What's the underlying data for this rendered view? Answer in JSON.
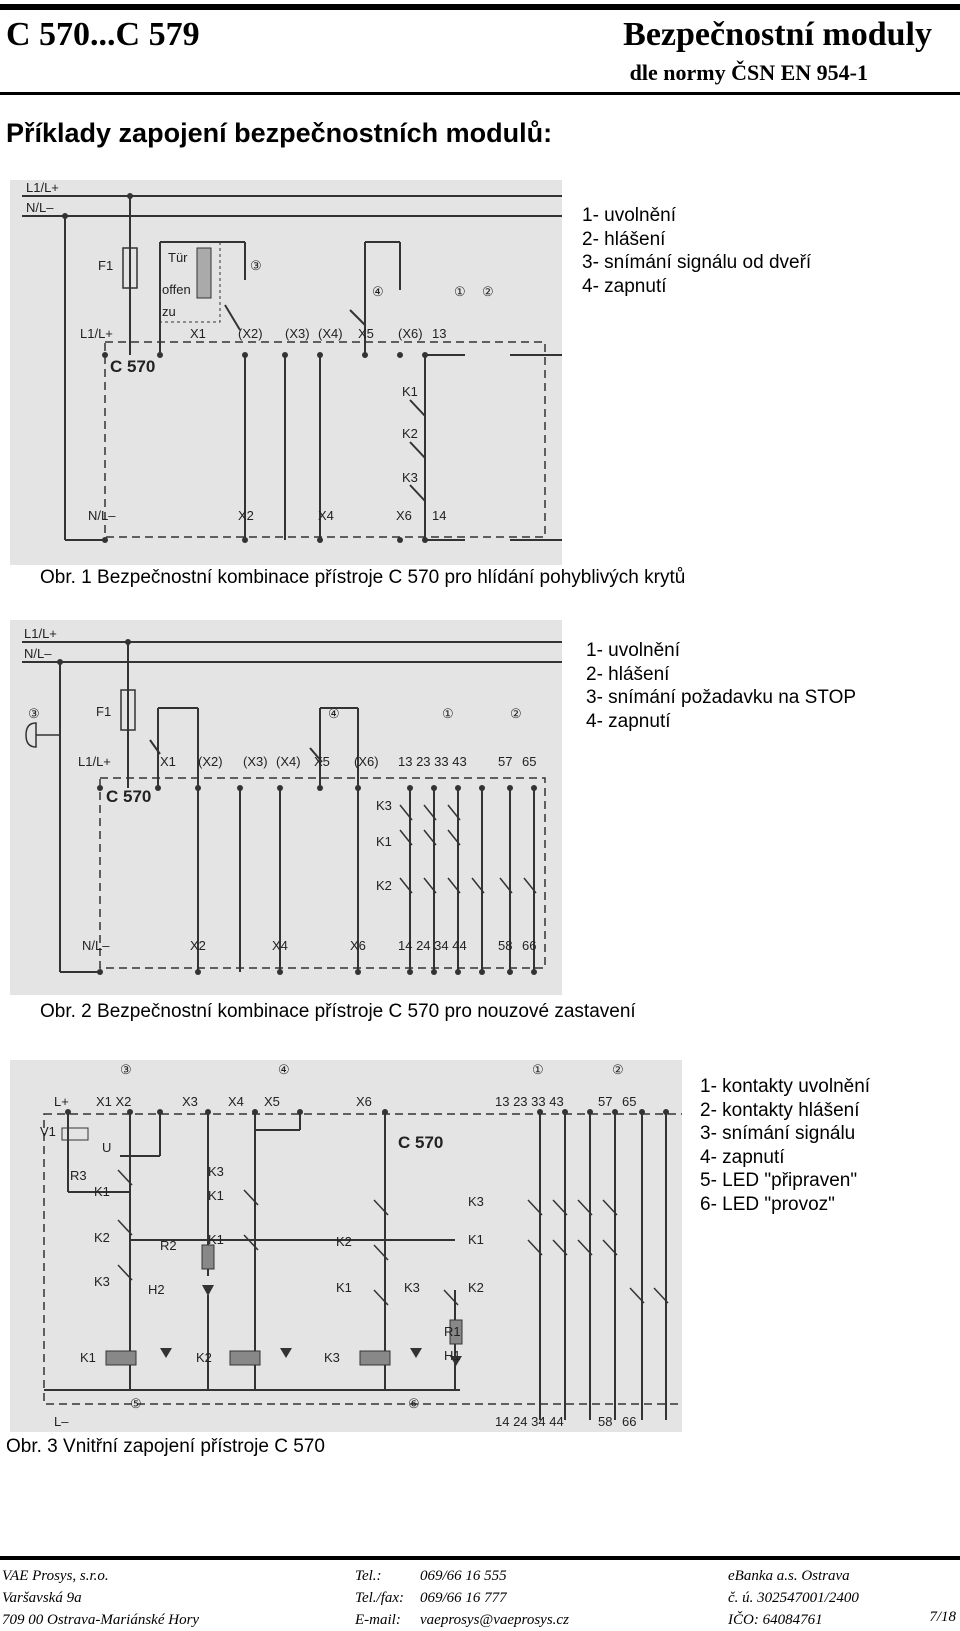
{
  "header": {
    "left_title": "C 570...C 579",
    "right_title": "Bezpečnostní moduly",
    "subtitle": "dle normy ČSN EN 954-1"
  },
  "section_title": "Příklady zapojení bezpečnostních modulů:",
  "figure1": {
    "caption": "Obr. 1 Bezpečnostní kombinace přístroje C 570 pro hlídání pohyblivých krytů",
    "legend": [
      "1- uvolnění",
      "2- hlášení",
      "3- snímání signálu od dveří",
      "4- zapnutí"
    ],
    "labels": {
      "l1": "L1/L+",
      "nl": "N/L–",
      "f1": "F1",
      "tur": "Tür",
      "offen": "offen",
      "zu": "zu",
      "c3": "③",
      "c4": "④",
      "c1": "①",
      "c2": "②",
      "term_l1": "L1/L+",
      "x1": "X1",
      "x2p": "(X2)",
      "x3p": "(X3)",
      "x4p": "(X4)",
      "x5": "X5",
      "x6p": "(X6)",
      "t13": "13",
      "module": "C 570",
      "k1": "K1",
      "k2": "K2",
      "k3": "K3",
      "term_nl": "N/L–",
      "x2": "X2",
      "x4": "X4",
      "x6": "X6",
      "t14": "14"
    }
  },
  "figure2": {
    "caption": "Obr. 2 Bezpečnostní kombinace přístroje C 570 pro nouzové zastavení",
    "legend": [
      "1- uvolnění",
      "2- hlášení",
      "3- snímání požadavku na STOP",
      "4- zapnutí"
    ],
    "labels": {
      "l1": "L1/L+",
      "nl": "N/L–",
      "f1": "F1",
      "c3": "③",
      "c4": "④",
      "c1": "①",
      "c2": "②",
      "term_l1": "L1/L+",
      "x1": "X1",
      "x2p": "(X2)",
      "x3p": "(X3)",
      "x4p": "(X4)",
      "x5": "X5",
      "x6p": "(X6)",
      "top_terms": "13 23 33 43",
      "t57": "57",
      "t65": "65",
      "module": "C 570",
      "k3": "K3",
      "k1": "K1",
      "k2": "K2",
      "term_nl": "N/L–",
      "x2": "X2",
      "x4": "X4",
      "x6": "X6",
      "bot_terms": "14 24 34 44",
      "t58": "58",
      "t66": "66"
    }
  },
  "figure3": {
    "caption": "Obr. 3 Vnitřní zapojení přístroje C 570",
    "legend": [
      "1- kontakty uvolnění",
      "2- kontakty hlášení",
      "3- snímání signálu",
      "4- zapnutí",
      "5- LED \"připraven\"",
      "6- LED \"provoz\""
    ],
    "labels": {
      "c3": "③",
      "c4": "④",
      "c1": "①",
      "c2": "②",
      "c5": "⑤",
      "c6": "⑥",
      "lp": "L+",
      "x1x2": "X1 X2",
      "x3": "X3",
      "x4": "X4",
      "x5": "X5",
      "x6": "X6",
      "top_terms": "13 23 33 43",
      "t57": "57",
      "t65": "65",
      "v1": "V1",
      "u": "U",
      "r3": "R3",
      "module": "C 570",
      "k1a": "K1",
      "k2a": "K2",
      "k3a": "K3",
      "r2": "R2",
      "h2": "H2",
      "k3b": "K3",
      "k1b": "K1",
      "k1c": "K1",
      "k2b": "K2",
      "k1d": "K1",
      "k3c": "K3",
      "k3r": "K3",
      "k1r": "K1",
      "k2r": "K2",
      "r1": "R1",
      "h1": "H1",
      "coil1": "K1",
      "coil2": "K2",
      "coil3": "K3",
      "lm": "L–",
      "bot_terms": "14 24 34 44",
      "t58": "58",
      "t66": "66"
    }
  },
  "footer": {
    "col1": [
      "VAE Prosys, s.r.o.",
      "Varšavská 9a",
      "709 00  Ostrava-Mariánské Hory"
    ],
    "col2": [
      "Tel.:",
      "Tel./fax:",
      "E-mail:"
    ],
    "col2b": [
      "069/66 16  555",
      "069/66 16 777",
      "vaeprosys@vaeprosys.cz"
    ],
    "col3": [
      "eBanka a.s. Ostrava",
      "č. ú. 302547001/2400",
      "IČO:  64084761"
    ],
    "page": "7/18"
  }
}
